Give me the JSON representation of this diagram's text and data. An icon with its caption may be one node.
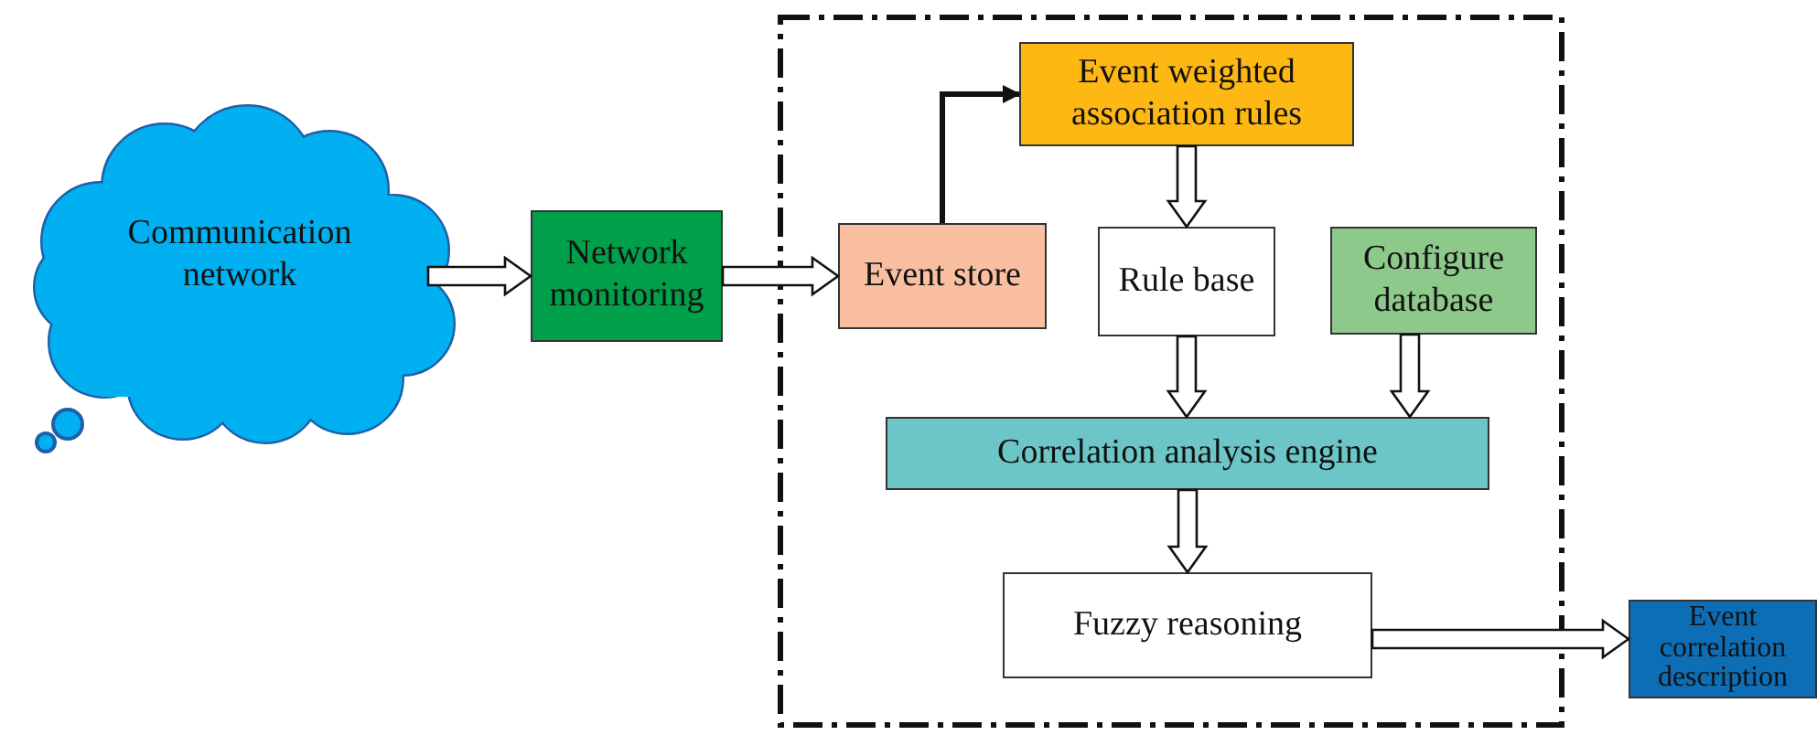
{
  "diagram": {
    "nodes": [
      {
        "text": [
          "Communication network"
        ]
      },
      {
        "text": [
          "Network monitoring"
        ]
      },
      {
        "text": [],
        "shape": "box"
      },
      {
        "text": [
          "Event store"
        ],
        "in": 2
      },
      {
        "text": [
          "Event weighted association rules"
        ],
        "in": 2
      },
      {
        "text": [
          "Rule base"
        ],
        "in": 2
      },
      {
        "text": [
          "Configure database"
        ],
        "in": 2
      },
      {
        "text": [
          "Correlation analysis engine"
        ],
        "in": 2
      },
      {
        "text": [
          "Fuzzy reasoning"
        ],
        "in": 2
      },
      {
        "text": [
          "Event correlation description"
        ]
      }
    ],
    "edges": [
      {
        "from": 0,
        "to": 1,
        "arrow": "to",
        "style": "thick"
      },
      {
        "from": 1,
        "to": 3,
        "arrow": "to",
        "style": "thick"
      },
      {
        "from": 3,
        "to": 4,
        "arrow": "to"
      },
      {
        "from": 4,
        "to": 5,
        "arrow": "to",
        "style": "thick"
      },
      {
        "from": 5,
        "to": 7,
        "arrow": "to",
        "style": "thick"
      },
      {
        "from": 6,
        "to": 7,
        "arrow": "to",
        "style": "thick"
      },
      {
        "from": 7,
        "to": 8,
        "arrow": "to",
        "style": "thick"
      },
      {
        "from": 8,
        "to": 9,
        "arrow": "to",
        "style": "thick"
      }
    ]
  }
}
